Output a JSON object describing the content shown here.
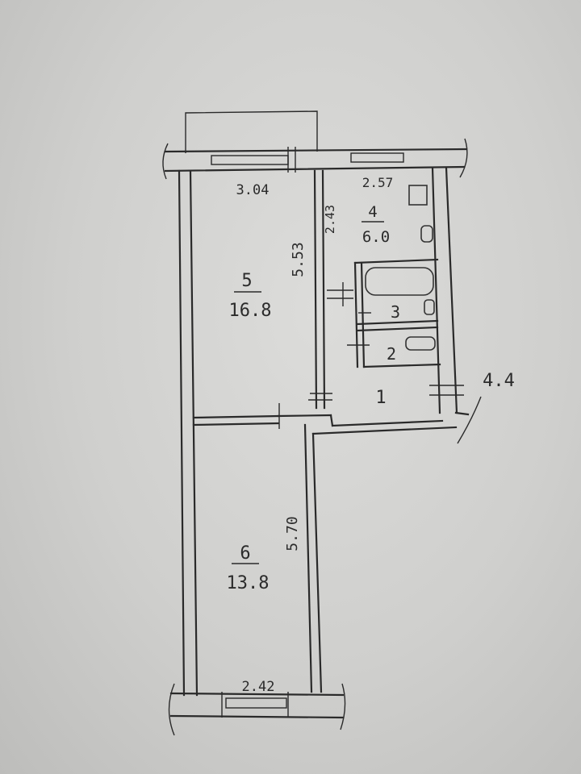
{
  "rooms": [
    {
      "id": "5",
      "number": "5",
      "area": "16.8"
    },
    {
      "id": "4",
      "number": "4",
      "area": "6.0"
    },
    {
      "id": "6",
      "number": "6",
      "area": "13.8"
    },
    {
      "id": "1",
      "number": "1"
    },
    {
      "id": "2",
      "number": "2"
    },
    {
      "id": "3",
      "number": "3"
    }
  ],
  "dimensions": {
    "top_left_width": "3.04",
    "top_right_width": "2.57",
    "room5_depth": "5.53",
    "room4_depth": "2.43",
    "room6_depth": "5.70",
    "bottom_width": "2.42",
    "side_note": "4.4"
  },
  "colors": {
    "paper": "#d6d6d4",
    "ink": "#2a2a2a"
  }
}
